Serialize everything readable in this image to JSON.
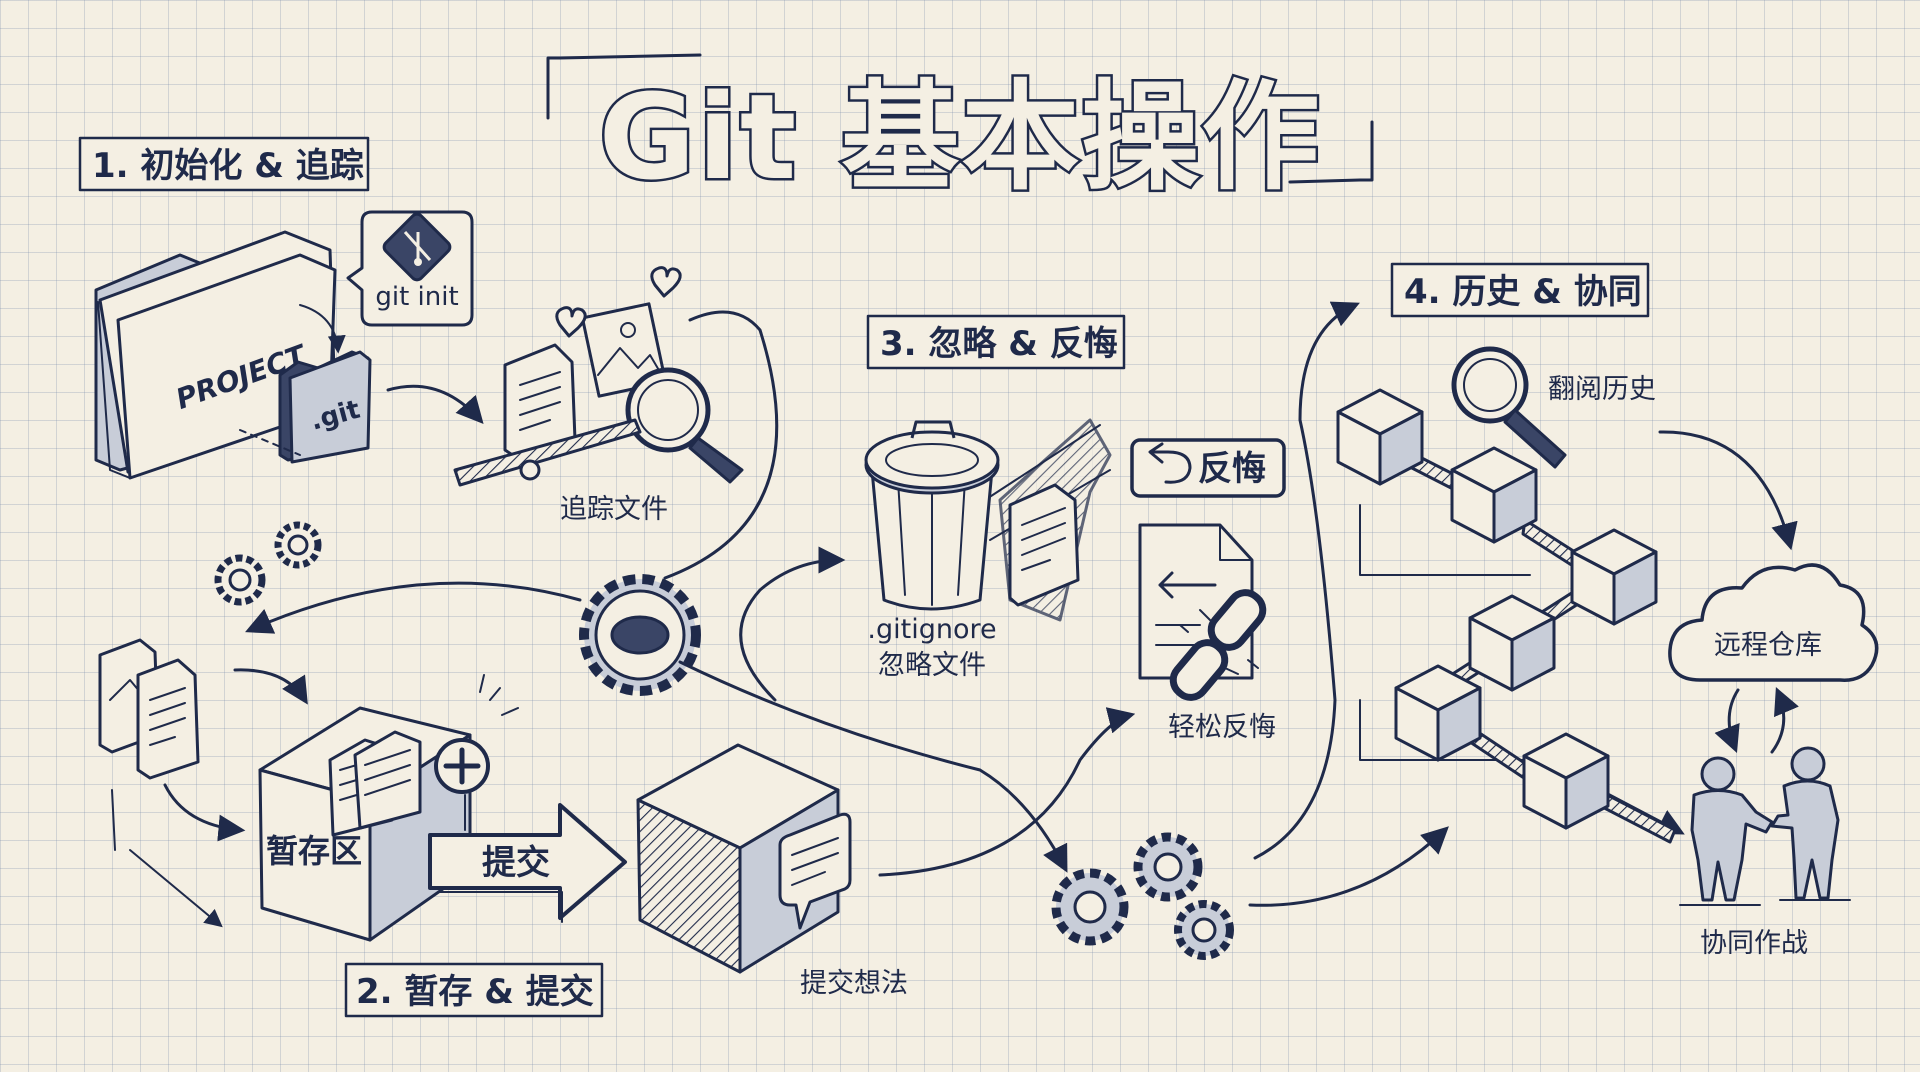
{
  "title": "Git 基本操作",
  "sections": {
    "s1": "1. 初始化 & 追踪",
    "s2": "2. 暂存 & 提交",
    "s3": "3. 忽略 & 反悔",
    "s4": "4. 历史 & 协同"
  },
  "labels": {
    "project": "PROJECT",
    "git_folder": ".git",
    "git_init": "git init",
    "track_files": "追踪文件",
    "staging": "暂存区",
    "commit_arrow": "提交",
    "commit_idea": "提交想法",
    "gitignore_1": ".gitignore",
    "gitignore_2": "忽略文件",
    "undo_button": "反悔",
    "easy_undo": "轻松反悔",
    "browse_history": "翻阅历史",
    "remote_repo": "远程仓库",
    "collaborate": "协同作战"
  },
  "colors": {
    "ink": "#1f2a4a",
    "paper": "#f4efe3",
    "grid": "#8c9ab4"
  },
  "icons": [
    "folder-icon",
    "git-logo-icon",
    "document-icon",
    "image-icon",
    "magnifier-icon",
    "gear-icon",
    "heart-icon",
    "trash-can-icon",
    "box-icon",
    "plus-icon",
    "cube-icon",
    "speech-bubble-icon",
    "undo-icon",
    "broken-chain-icon",
    "cloud-icon",
    "sync-arrows-icon",
    "people-handshake-icon"
  ]
}
